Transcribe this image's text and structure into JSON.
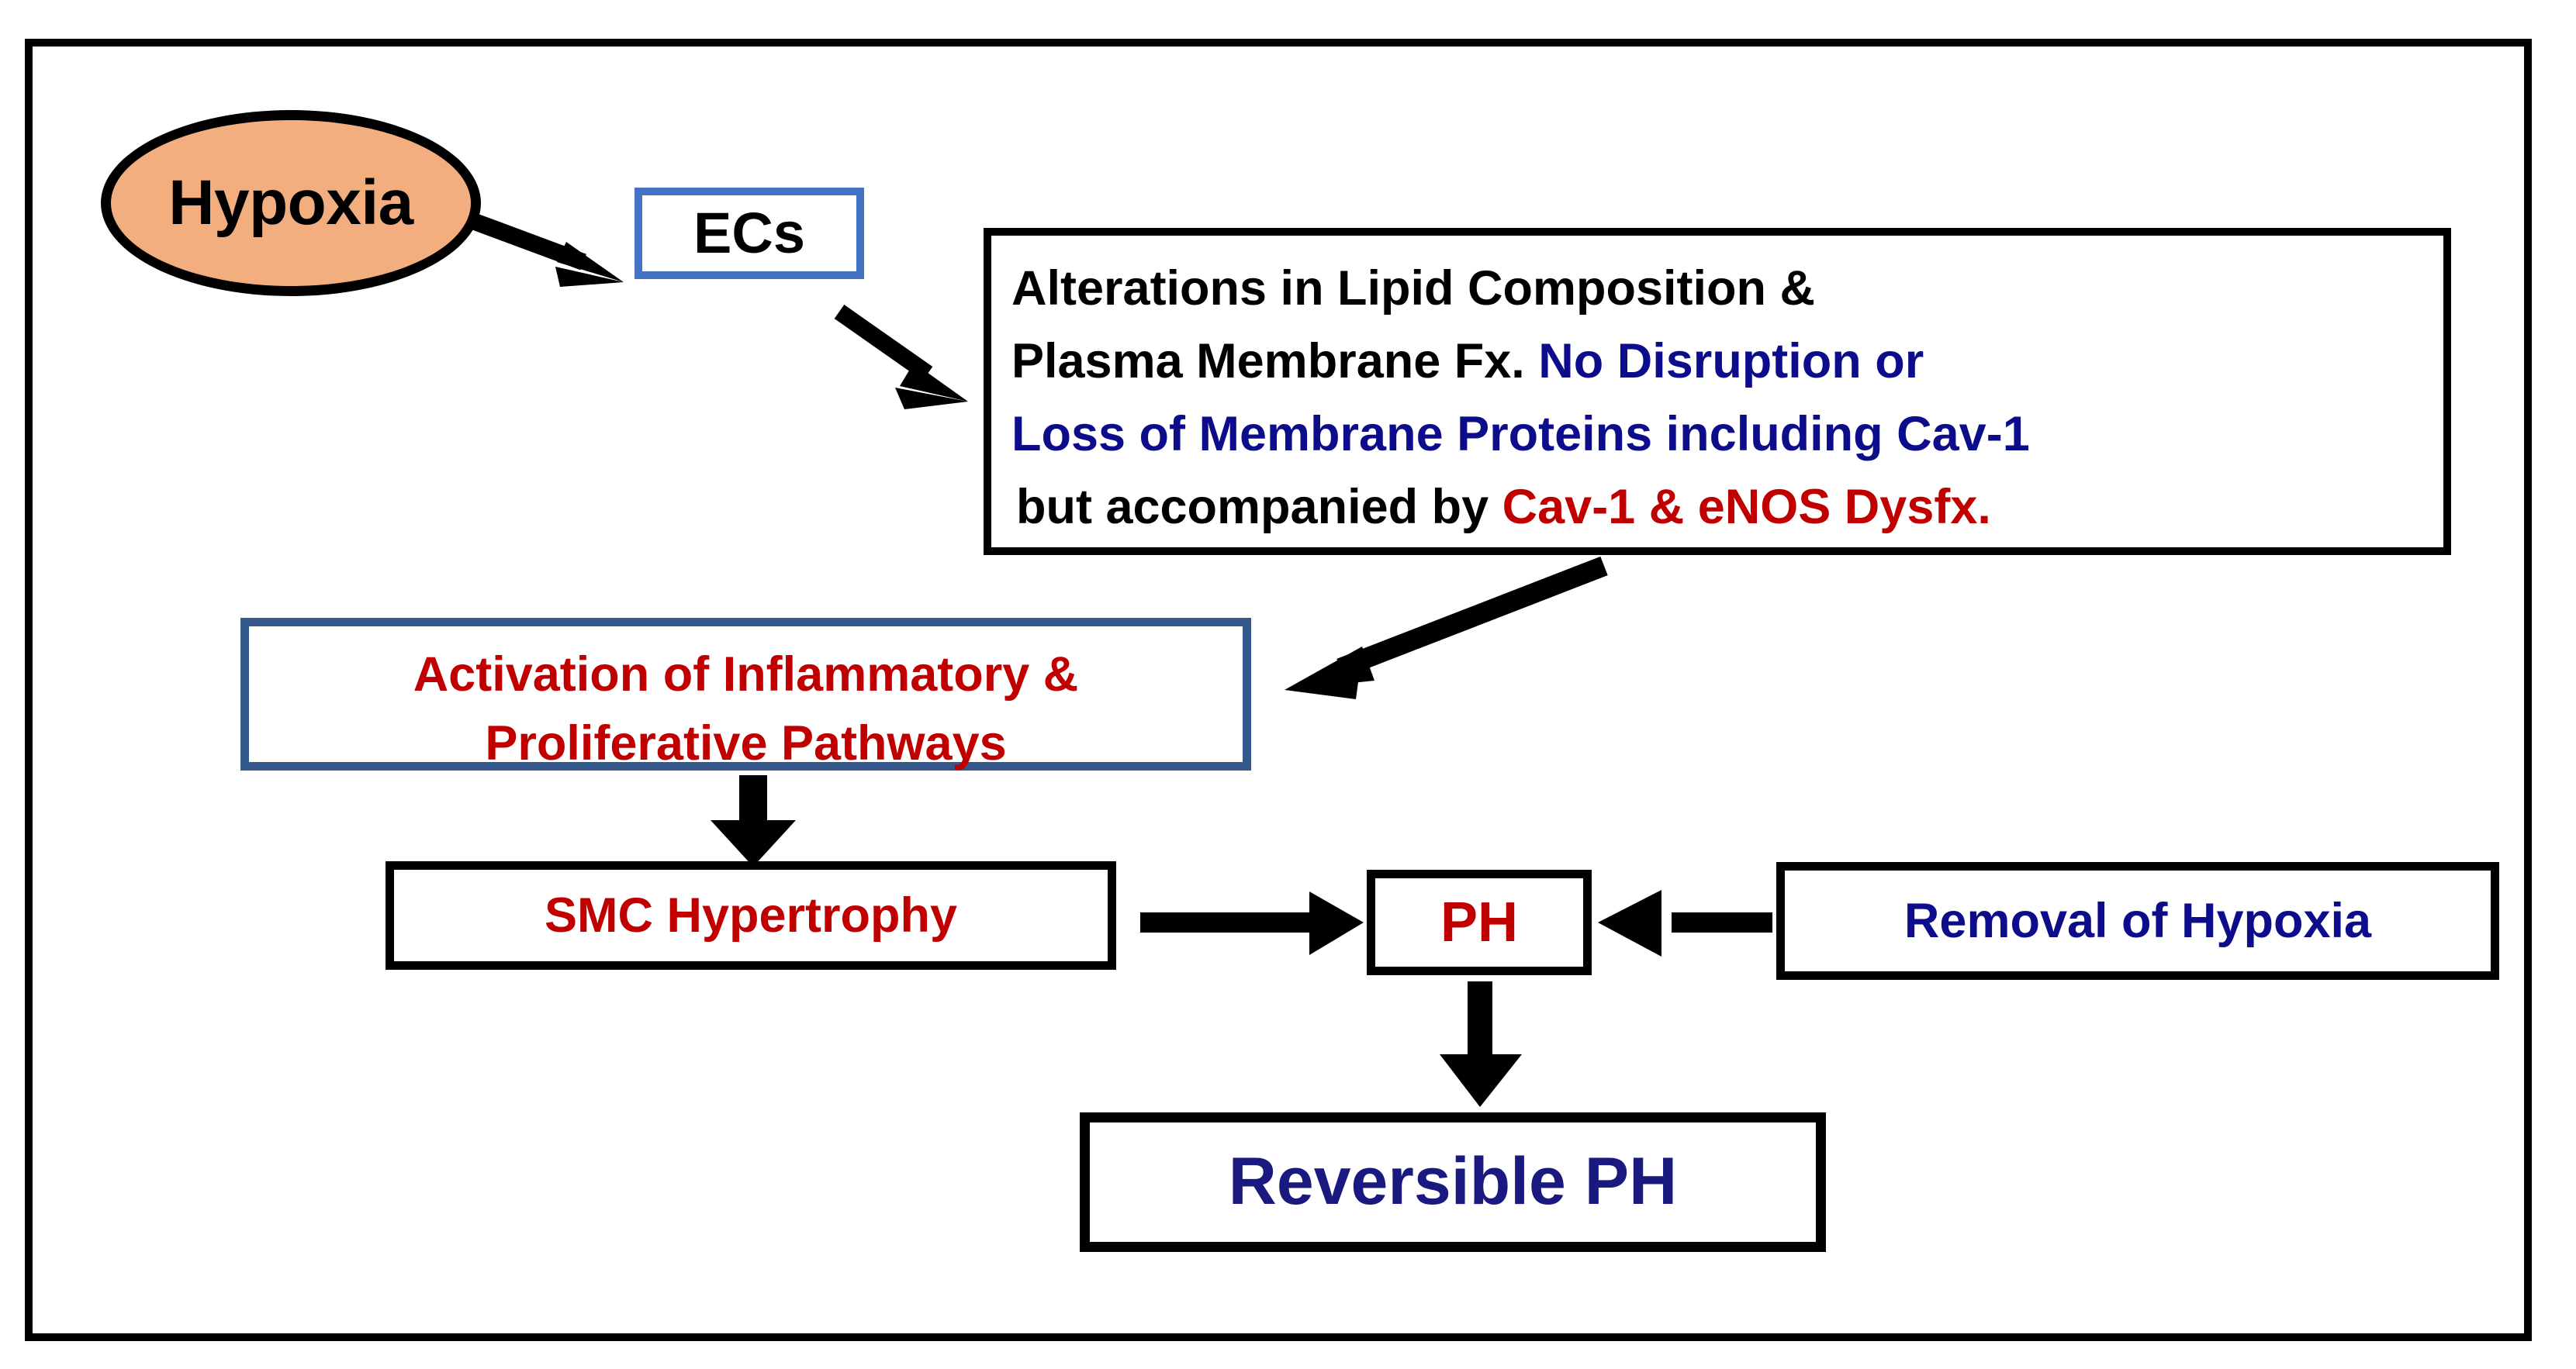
{
  "diagram": {
    "title": "Hypoxia-induced pulmonary hypertension pathway",
    "frame": {
      "border_color": "#000000"
    },
    "colors": {
      "black": "#000000",
      "red": "#C00000",
      "navy": "#0D0D8C",
      "dark_navy": "#191980",
      "blue_border": "#4472C4",
      "steel_blue_border": "#35598C",
      "peach_fill": "#F3AE80"
    },
    "nodes": {
      "hypoxia": {
        "label": "Hypoxia",
        "shape": "ellipse",
        "fill": "#F3AE80",
        "text_color": "#000000"
      },
      "ecs": {
        "label": "ECs",
        "shape": "rect",
        "border": "#4472C4",
        "text_color": "#000000"
      },
      "alterations": {
        "shape": "rect",
        "border": "#000000",
        "lines": [
          {
            "segments": [
              {
                "text": "Alterations in Lipid Composition &",
                "color": "#000000"
              }
            ]
          },
          {
            "segments": [
              {
                "text": "Plasma Membrane Fx. ",
                "color": "#000000"
              },
              {
                "text": "No Disruption or",
                "color": "#0D0D8C"
              }
            ]
          },
          {
            "segments": [
              {
                "text": "Loss of Membrane Proteins including Cav-1",
                "color": "#0D0D8C"
              }
            ]
          },
          {
            "segments": [
              {
                "text": " but accompanied by  ",
                "color": "#000000"
              },
              {
                "text": "Cav-1 & eNOS Dysfx.",
                "color": "#C00000"
              }
            ]
          }
        ]
      },
      "activation": {
        "shape": "rect",
        "border": "#35598C",
        "text_color": "#C00000",
        "lines": [
          "Activation of Inflammatory &",
          "Proliferative Pathways"
        ]
      },
      "smc": {
        "label": "SMC Hypertrophy",
        "shape": "rect",
        "border": "#000000",
        "text_color": "#C00000"
      },
      "ph": {
        "label": "PH",
        "shape": "rect",
        "border": "#000000",
        "text_color": "#C00000"
      },
      "removal": {
        "label": "Removal of Hypoxia",
        "shape": "rect",
        "border": "#000000",
        "text_color": "#0D0D8C"
      },
      "reversible": {
        "label": "Reversible PH",
        "shape": "rect",
        "border": "#000000",
        "text_color": "#191980"
      }
    },
    "edges": [
      {
        "name": "hypoxia-to-ecs",
        "from": "hypoxia",
        "to": "ecs",
        "direction": "down-right"
      },
      {
        "name": "ecs-to-alterations",
        "from": "ecs",
        "to": "alterations",
        "direction": "down-right"
      },
      {
        "name": "alterations-to-activation",
        "from": "alterations",
        "to": "activation",
        "direction": "down-left"
      },
      {
        "name": "activation-to-smc",
        "from": "activation",
        "to": "smc",
        "direction": "down"
      },
      {
        "name": "smc-to-ph",
        "from": "smc",
        "to": "ph",
        "direction": "right"
      },
      {
        "name": "removal-to-ph",
        "from": "removal",
        "to": "ph",
        "direction": "left"
      },
      {
        "name": "ph-to-reversible",
        "from": "ph",
        "to": "reversible",
        "direction": "down"
      }
    ]
  }
}
